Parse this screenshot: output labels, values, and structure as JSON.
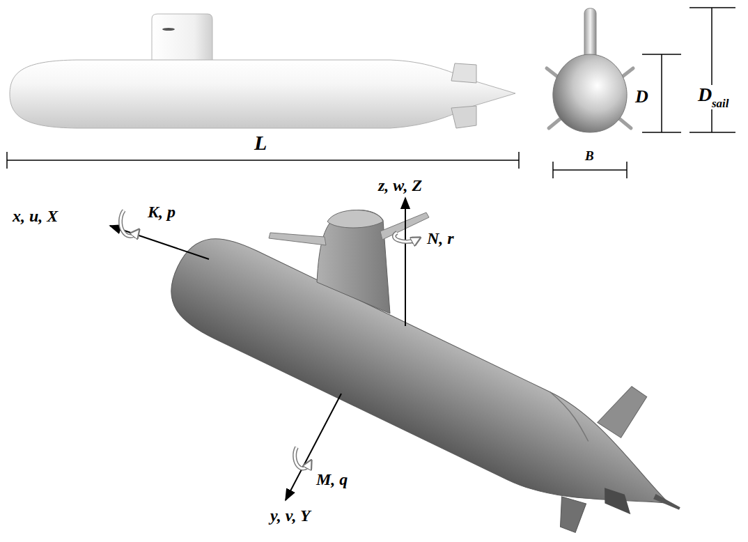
{
  "diagram": {
    "labels": [
      "L",
      "D",
      "B",
      "D",
      "sail",
      "x, u, X",
      "K, p",
      "z, w, Z",
      "N, r",
      "M, q",
      "y, v, Y"
    ]
  }
}
